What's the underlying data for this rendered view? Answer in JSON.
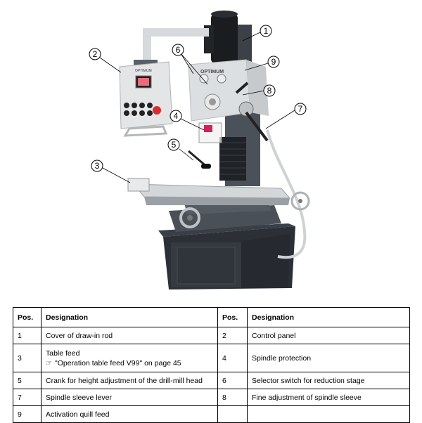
{
  "figure": {
    "logo_text": "OPTIMUM",
    "panel_text": "OPTIMUM",
    "callouts": [
      "1",
      "2",
      "3",
      "4",
      "5",
      "6",
      "7",
      "8",
      "9"
    ]
  },
  "table": {
    "headers": [
      "Pos.",
      "Designation",
      "Pos.",
      "Designation"
    ],
    "rows": [
      {
        "pos1": "1",
        "des1": "Cover of draw-in rod",
        "pos2": "2",
        "des2": "Control panel"
      },
      {
        "pos1": "3",
        "des1": "Table feed",
        "des1_ref": "\"Operation table feed V99\" on page 45",
        "pos2": "4",
        "des2": "Spindle protection"
      },
      {
        "pos1": "5",
        "des1": "Crank for height adjustment of the drill-mill head",
        "pos2": "6",
        "des2": "Selector switch for reduction stage"
      },
      {
        "pos1": "7",
        "des1": "Spindle sleeve lever",
        "pos2": "8",
        "des2": "Fine adjustment of spindle sleeve"
      },
      {
        "pos1": "9",
        "des1": "Activation quill feed",
        "pos2": "",
        "des2": ""
      }
    ],
    "ref_icon": "pointing-hand-icon"
  }
}
